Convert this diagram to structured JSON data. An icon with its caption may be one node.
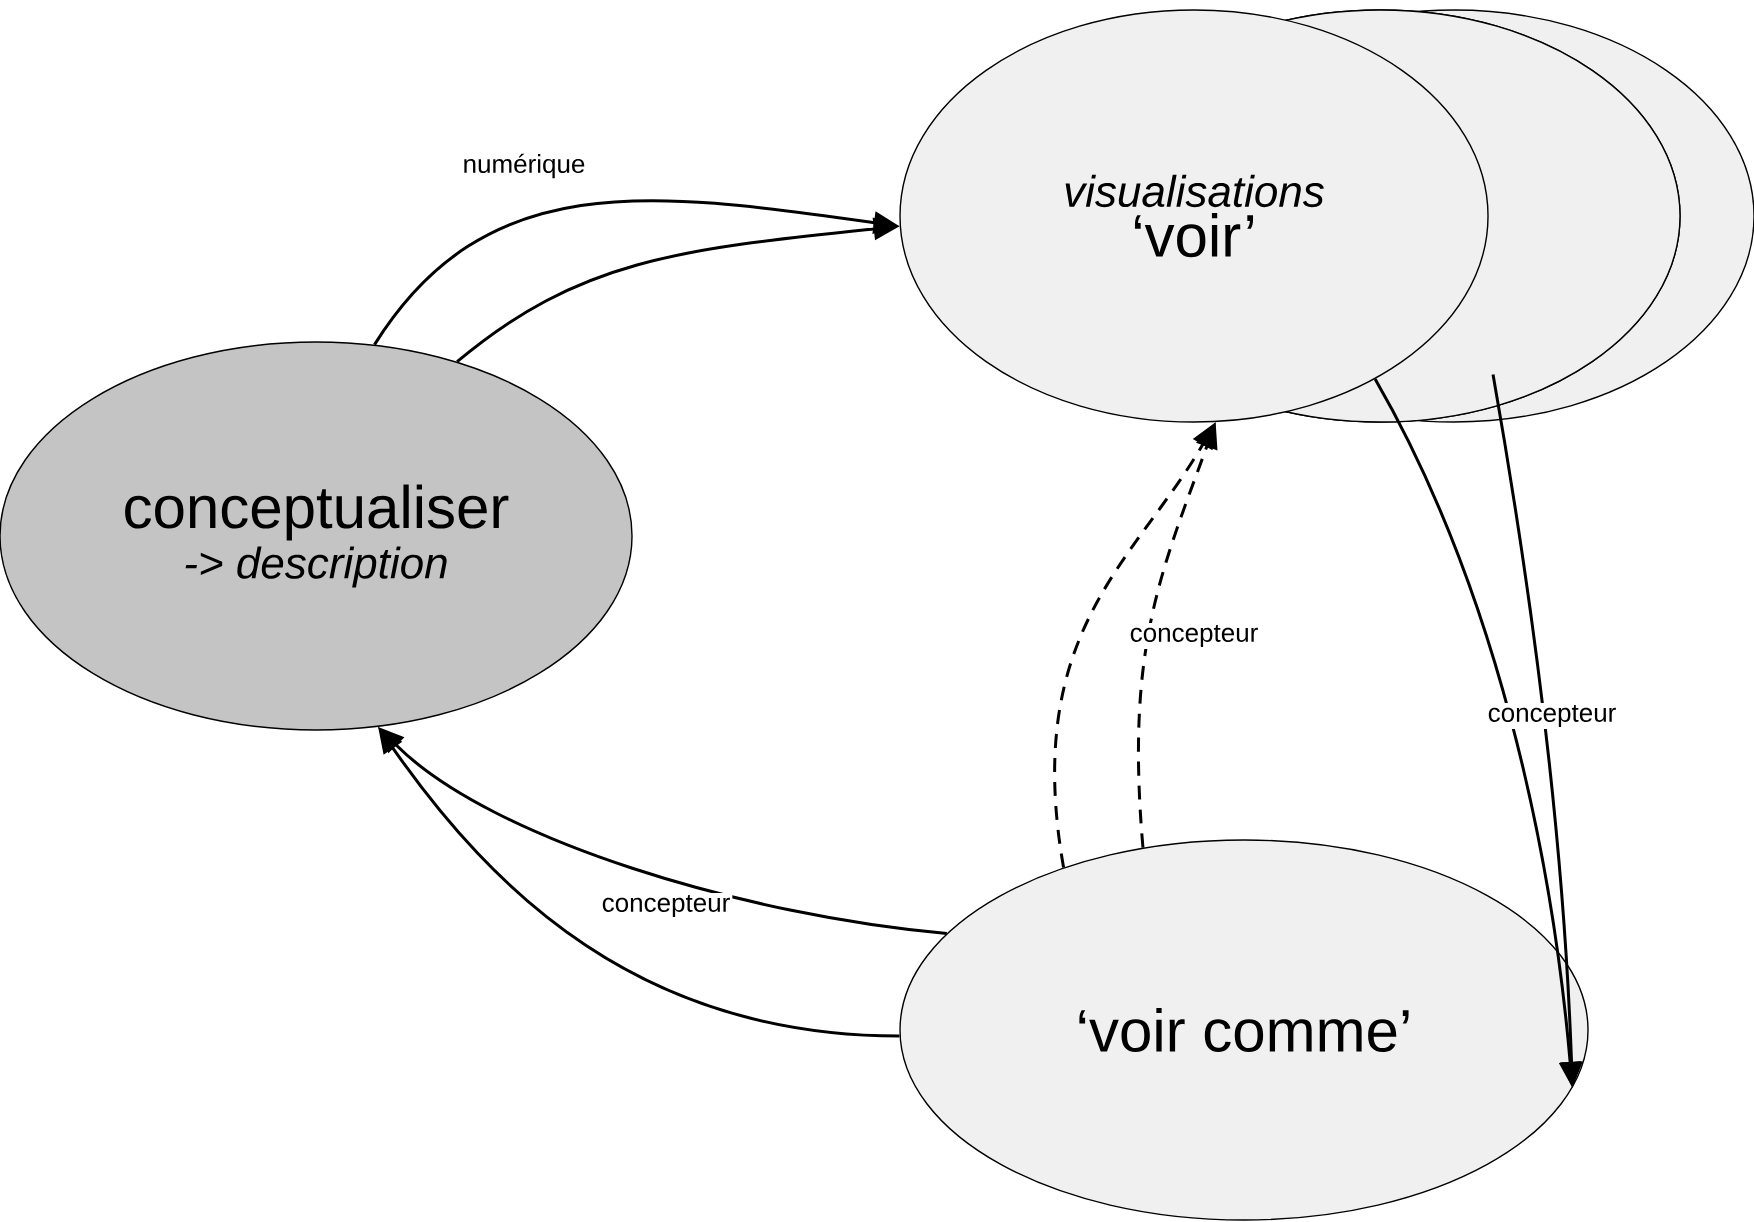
{
  "diagram": {
    "nodes": [
      {
        "text": [
          "visualisations",
          "‘voir’"
        ]
      },
      {
        "text": [
          "conceptualiser",
          "-> description"
        ]
      },
      {
        "text": [
          "‘voir comme’"
        ]
      }
    ],
    "edges": [
      {
        "from": 1,
        "to": 0,
        "arrow": "to",
        "label": "numérique"
      },
      {
        "from": 1,
        "to": 0,
        "arrow": "to"
      },
      {
        "from": 0,
        "to": 2,
        "arrow": "to",
        "label": "concepteur"
      },
      {
        "from": 0,
        "to": 2,
        "arrow": "to"
      },
      {
        "from": 2,
        "to": 0,
        "arrow": "to",
        "style": "dashed"
      },
      {
        "from": 2,
        "to": 0,
        "arrow": "to",
        "style": "dashed",
        "label": "concepteur"
      },
      {
        "from": 2,
        "to": 1,
        "arrow": "to",
        "label": "concepteur"
      },
      {
        "from": 2,
        "to": 1,
        "arrow": "to"
      }
    ]
  }
}
